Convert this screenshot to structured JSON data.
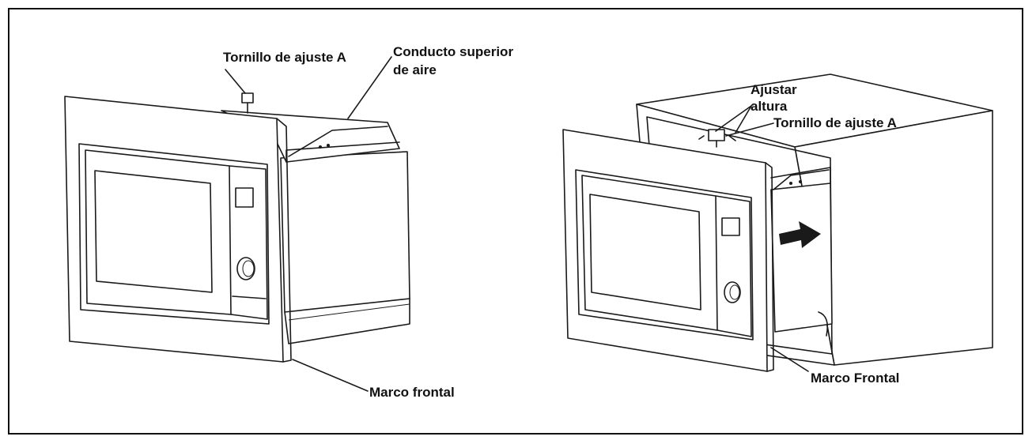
{
  "labels": {
    "left_screw": "Tornillo de ajuste A",
    "air_duct_line1": "Conducto superior",
    "air_duct_line2": "de aire",
    "left_frame": "Marco frontal",
    "adjust_line1": "Ajustar",
    "adjust_line2": "altura",
    "right_screw": "Tornillo de ajuste A",
    "right_frame": "Marco Frontal"
  },
  "colors": {
    "ink": "#1a1a1a",
    "background": "#ffffff"
  }
}
